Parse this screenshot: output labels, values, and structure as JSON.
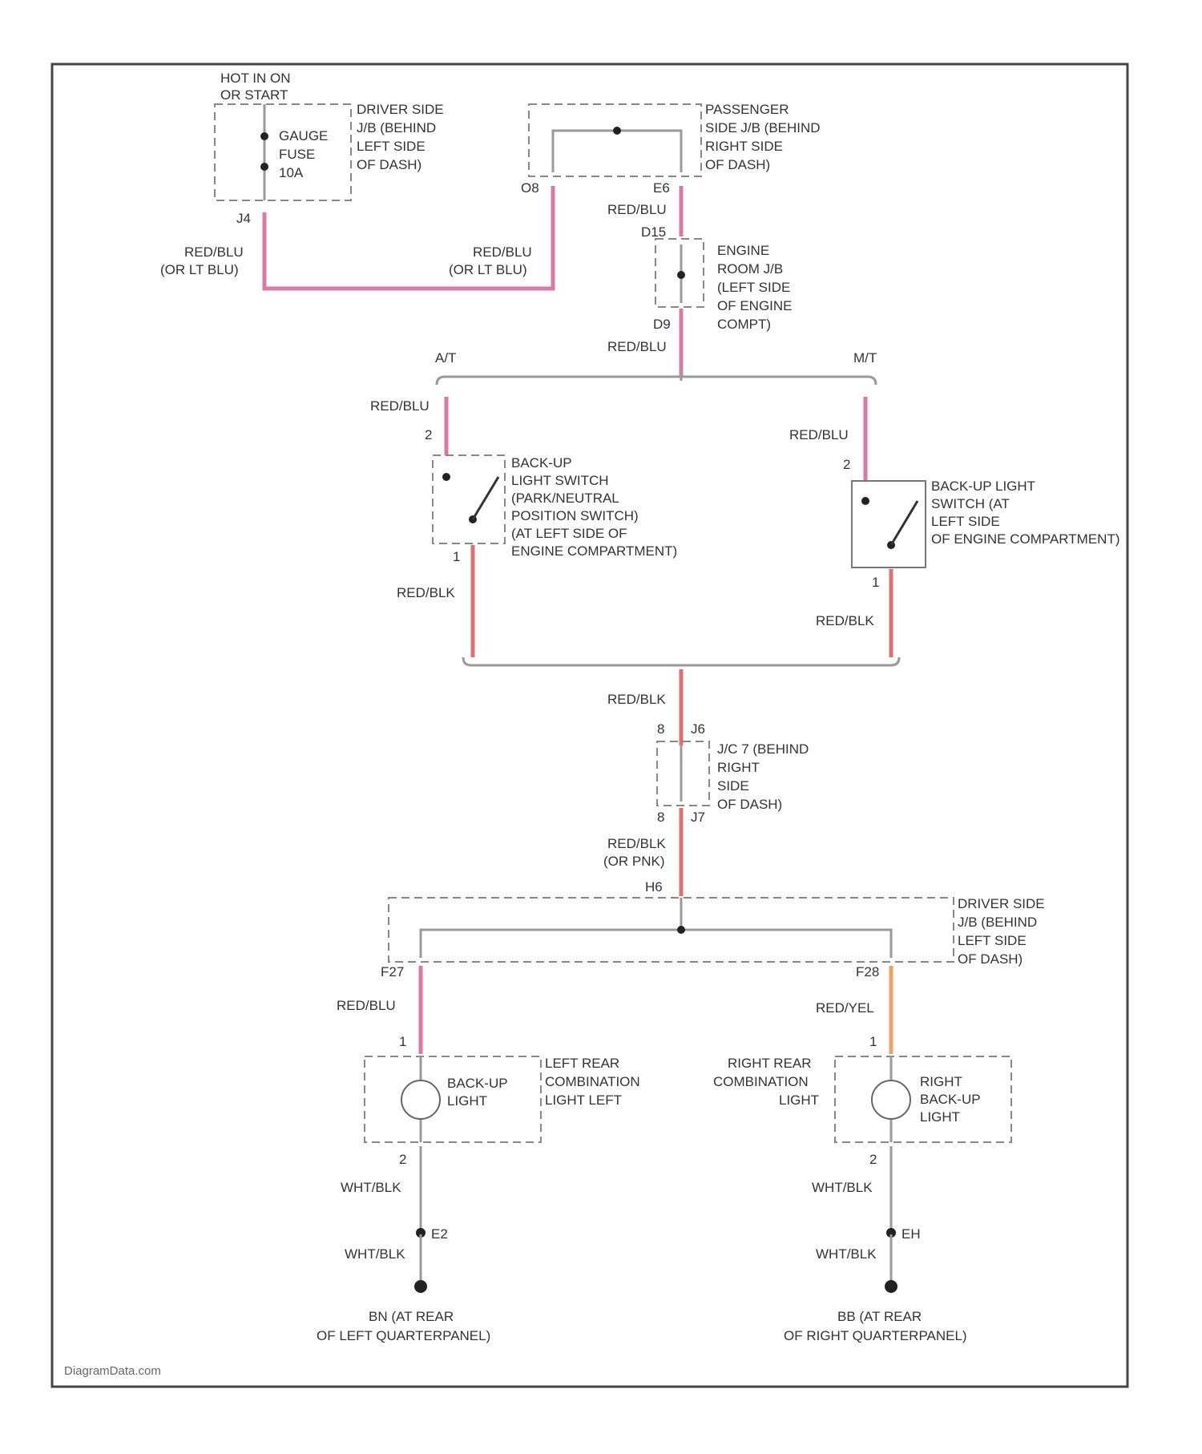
{
  "colors": {
    "pink_wire": "#d97aa6",
    "red_wire": "#e07070",
    "orange_wire": "#f0a060",
    "gray_wire": "#999999",
    "frame": "#444444"
  },
  "top": {
    "power_label": [
      "HOT IN ON",
      "OR START"
    ],
    "fuse_label": [
      "GAUGE",
      "FUSE",
      "10A"
    ],
    "jb_left_label": [
      "DRIVER SIDE",
      "J/B (BEHIND",
      "LEFT SIDE",
      "OF DASH)"
    ],
    "jb_right_label": [
      "PASSENGER",
      "SIDE J/B (BEHIND",
      "RIGHT SIDE",
      "OF DASH)"
    ],
    "pin_left_out": "J4",
    "pin_right_in": "O8",
    "pin_right_out": "E6",
    "wire_left": [
      "RED/BLU",
      "(OR LT BLU)"
    ],
    "wire_mid": [
      "RED/BLU",
      "(OR LT BLU)"
    ],
    "wire_right_down": "RED/BLU"
  },
  "engine_jb": {
    "pin_in": "D15",
    "pin_out": "D9",
    "label": [
      "ENGINE",
      "ROOM J/B",
      "(LEFT SIDE",
      "OF ENGINE",
      "COMPT)"
    ],
    "wire_out": "RED/BLU"
  },
  "branch": {
    "at": "A/T",
    "mt": "M/T"
  },
  "switch_at": {
    "wire_in": "RED/BLU",
    "pin_in": "2",
    "pin_out": "1",
    "label": [
      "BACK-UP",
      "LIGHT SWITCH",
      "(PARK/NEUTRAL",
      "POSITION SWITCH)",
      "(AT LEFT SIDE OF",
      "ENGINE COMPARTMENT)"
    ],
    "wire_out": "RED/BLK"
  },
  "switch_mt": {
    "wire_in": "RED/BLU",
    "pin_in": "2",
    "pin_out": "1",
    "label": [
      "BACK-UP LIGHT",
      "SWITCH (AT",
      "LEFT SIDE",
      "OF ENGINE COMPARTMENT)"
    ],
    "wire_out": "RED/BLK"
  },
  "junction_connector": {
    "wire_in": "RED/BLK",
    "pin_in": [
      "8",
      "J6"
    ],
    "pin_out": [
      "8",
      "J7"
    ],
    "label": [
      "J/C 7 (BEHIND",
      "RIGHT",
      "SIDE",
      "OF DASH)"
    ],
    "wire_out": [
      "RED/BLK",
      "(OR PNK)"
    ]
  },
  "lower_jb": {
    "pin_in": "H6",
    "label": [
      "DRIVER SIDE",
      "J/B (BEHIND",
      "LEFT SIDE",
      "OF DASH)"
    ],
    "pin_left": "F27",
    "pin_right": "F28"
  },
  "left_lamp": {
    "wire_in": "RED/BLU",
    "pin_in": "1",
    "pin_out": "2",
    "bulb_label": [
      "BACK-UP",
      "LIGHT"
    ],
    "housing_label": [
      "LEFT REAR",
      "COMBINATION",
      "LIGHT LEFT"
    ],
    "wire_out": "WHT/BLK",
    "splice": "E2",
    "wire_ground": "WHT/BLK",
    "ground_label": [
      "BN (AT REAR",
      "OF LEFT QUARTERPANEL)"
    ]
  },
  "right_lamp": {
    "wire_in": "RED/YEL",
    "pin_in": "1",
    "pin_out": "2",
    "housing_label": [
      "RIGHT REAR",
      "COMBINATION",
      "LIGHT"
    ],
    "bulb_label": [
      "RIGHT",
      "BACK-UP",
      "LIGHT"
    ],
    "wire_out": "WHT/BLK",
    "splice": "EH",
    "wire_ground": "WHT/BLK",
    "ground_label": [
      "BB (AT REAR",
      "OF RIGHT QUARTERPANEL)"
    ]
  },
  "watermark": "DiagramData.com"
}
